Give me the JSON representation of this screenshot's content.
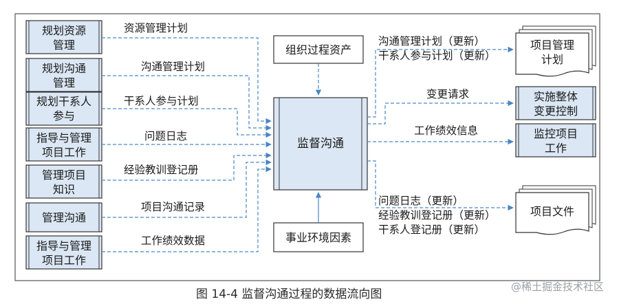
{
  "inputs": [
    {
      "line1": "规划资源",
      "line2": "管理",
      "flow": "资源管理计划"
    },
    {
      "line1": "规划沟通",
      "line2": "管理",
      "flow": "沟通管理计划"
    },
    {
      "line1": "规划干系人",
      "line2": "参与",
      "flow": "干系人参与计划"
    },
    {
      "line1": "指导与管理",
      "line2": "项目工作",
      "flow": "问题日志"
    },
    {
      "line1": "管理项目",
      "line2": "知识",
      "flow": "经验教训登记册"
    },
    {
      "line1": "管理沟通",
      "line2": "",
      "flow": "项目沟通记录"
    },
    {
      "line1": "指导与管理",
      "line2": "项目工作",
      "flow": "工作绩效数据"
    }
  ],
  "top_box": "组织过程资产",
  "bottom_box": "事业环境因素",
  "center": "监督沟通",
  "outputs": {
    "plan_doc": {
      "line1": "项目管理",
      "line2": "计划"
    },
    "plan_updates": [
      "沟通管理计划（更新）",
      "干系人参与计划（更新）"
    ],
    "change_ctrl": {
      "line1": "实施整体",
      "line2": "变更控制",
      "flow": "变更请求"
    },
    "monitor": {
      "line1": "监控项目",
      "line2": "工作",
      "flow": "工作绩效信息"
    },
    "docs": {
      "label": "项目文件"
    },
    "doc_updates": [
      "问题日志（更新）",
      "经验教训登记册（更新）",
      "干系人登记册（更新）"
    ]
  },
  "caption": "图 14-4    监督沟通过程的数据流向图",
  "watermark": "@稀土掘金技术社区",
  "colors": {
    "box_fill": "#dbe7f4",
    "line": "#4a86c5",
    "border": "#333333"
  }
}
